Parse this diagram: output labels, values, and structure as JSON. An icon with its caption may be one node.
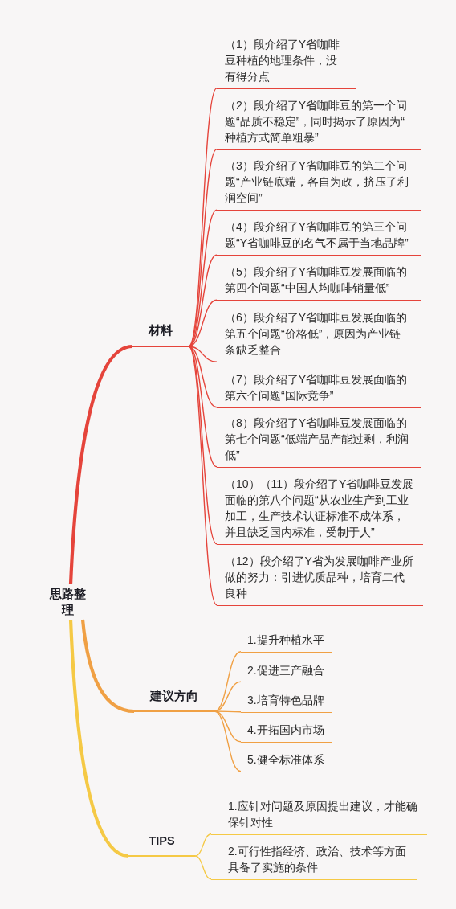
{
  "diagram": {
    "nodes": [
      {
        "text": [
          "思路整理"
        ]
      },
      {
        "text": [
          "材料"
        ]
      },
      {
        "text": [
          "（1）段介绍了Y省咖啡豆种植的地理条件，没有得分点"
        ]
      },
      {
        "text": [
          "（2）段介绍了Y省咖啡豆的第一个问题“品质不稳定”，同时揭示了原因为“种植方式简单粗暴”"
        ]
      },
      {
        "text": [
          "（3）段介绍了Y省咖啡豆的第二个问题“产业链底端，各自为政，挤压了利润空间”"
        ]
      },
      {
        "text": [
          "（4）段介绍了Y省咖啡豆的第三个问题“Y省咖啡豆的名气不属于当地品牌”"
        ]
      },
      {
        "text": [
          "（5）段介绍了Y省咖啡豆发展面临的第四个问题“中国人均咖啡销量低”"
        ]
      },
      {
        "text": [
          "（6）段介绍了Y省咖啡豆发展面临的第五个问题“价格低”，原因为产业链条缺乏整合"
        ]
      },
      {
        "text": [
          "（7）段介绍了Y省咖啡豆发展面临的第六个问题“国际竞争”"
        ]
      },
      {
        "text": [
          "（8）段介绍了Y省咖啡豆发展面临的第七个问题“低端产品产能过剩，利润低”"
        ]
      },
      {
        "text": [
          "（10）（11）段介绍了Y省咖啡豆发展面临的第八个问题“从农业生产到工业加工，生产技术认证标准不成体系，并且缺乏国内标准，受制于人”"
        ]
      },
      {
        "text": [
          "（12）段介绍了Y省为发展咖啡产业所做的努力：引进优质品种，培育二代良种"
        ]
      },
      {
        "text": [
          "建议方向"
        ]
      },
      {
        "text": [
          "1.提升种植水平"
        ]
      },
      {
        "text": [
          "2.促进三产融合"
        ]
      },
      {
        "text": [
          "3.培育特色品牌"
        ]
      },
      {
        "text": [
          "4.开拓国内市场"
        ]
      },
      {
        "text": [
          "5.健全标准体系"
        ]
      },
      {
        "text": [
          "TIPS"
        ]
      },
      {
        "text": [
          "1.应针对问题及原因提出建议，才能确保针对性"
        ]
      },
      {
        "text": [
          "2.可行性指经济、政治、技术等方面具备了实施的条件"
        ]
      }
    ],
    "edges": [
      {
        "from": 0,
        "to": 1,
        "arrow": "none",
        "style": "thick"
      },
      {
        "from": 1,
        "to": 2,
        "arrow": "none"
      },
      {
        "from": 1,
        "to": 3,
        "arrow": "none"
      },
      {
        "from": 1,
        "to": 4,
        "arrow": "none"
      },
      {
        "from": 1,
        "to": 5,
        "arrow": "none"
      },
      {
        "from": 1,
        "to": 6,
        "arrow": "none"
      },
      {
        "from": 1,
        "to": 7,
        "arrow": "none"
      },
      {
        "from": 1,
        "to": 8,
        "arrow": "none"
      },
      {
        "from": 1,
        "to": 9,
        "arrow": "none"
      },
      {
        "from": 1,
        "to": 10,
        "arrow": "none"
      },
      {
        "from": 1,
        "to": 11,
        "arrow": "none"
      },
      {
        "from": 0,
        "to": 12,
        "arrow": "none",
        "style": "thick",
        "color": "#f0a044"
      },
      {
        "from": 12,
        "to": 13,
        "arrow": "none",
        "color": "#f0a044"
      },
      {
        "from": 12,
        "to": 14,
        "arrow": "none",
        "color": "#f0a044"
      },
      {
        "from": 12,
        "to": 15,
        "arrow": "none",
        "color": "#f0a044"
      },
      {
        "from": 12,
        "to": 16,
        "arrow": "none",
        "color": "#f0a044"
      },
      {
        "from": 12,
        "to": 17,
        "arrow": "none",
        "color": "#f0a044"
      },
      {
        "from": 0,
        "to": 18,
        "arrow": "none",
        "style": "thick",
        "color": "#f5c945"
      },
      {
        "from": 18,
        "to": 19,
        "arrow": "none",
        "color": "#f5c945"
      },
      {
        "from": 18,
        "to": 20,
        "arrow": "none",
        "color": "#f5c945"
      }
    ]
  }
}
